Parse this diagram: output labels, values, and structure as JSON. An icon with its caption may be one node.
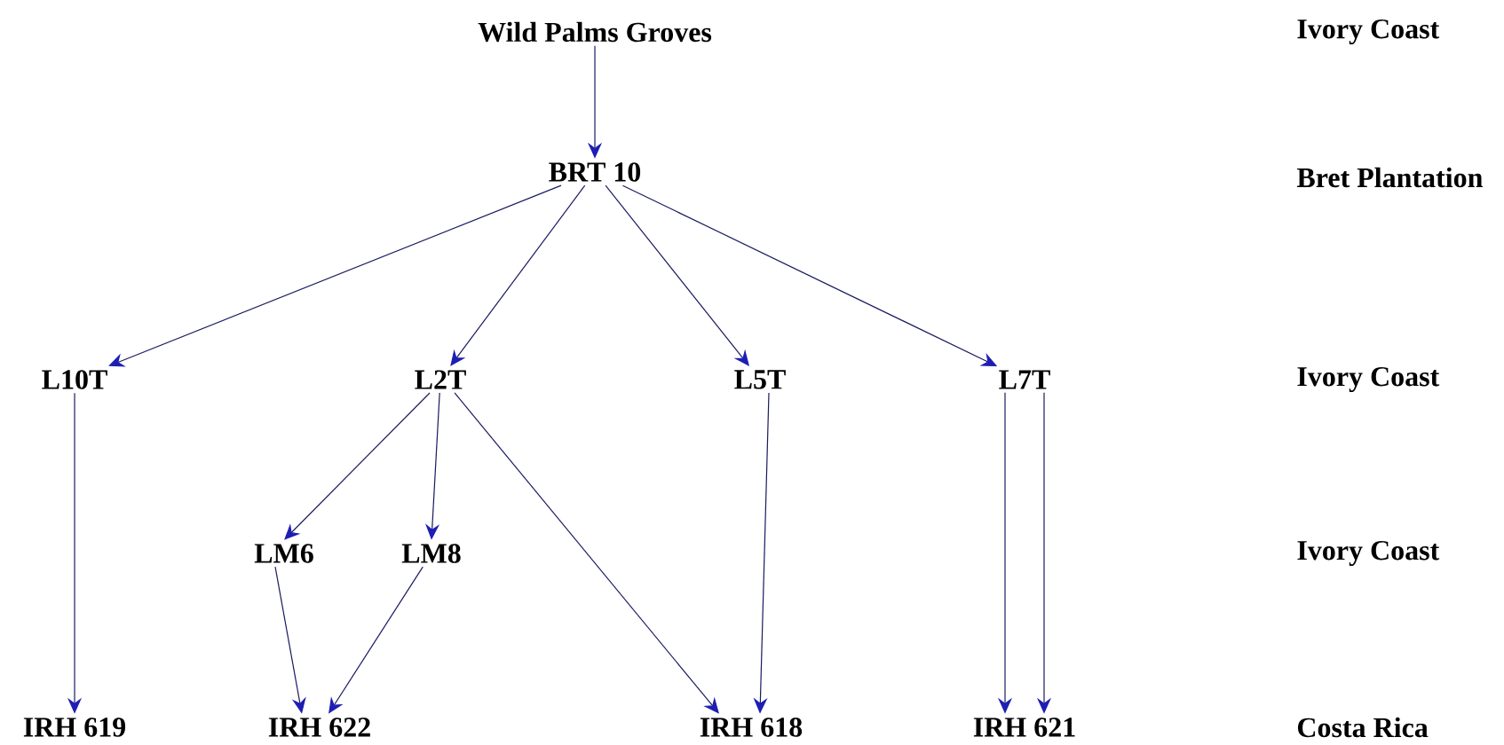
{
  "diagram": {
    "nodes": [
      {
        "text": [
          "Wild Palms Groves"
        ]
      },
      {
        "text": [
          "BRT 10"
        ]
      },
      {
        "text": [
          "L10T"
        ]
      },
      {
        "text": [
          "L2T"
        ]
      },
      {
        "text": [
          "L5T"
        ]
      },
      {
        "text": [
          "L7T"
        ]
      },
      {
        "text": [
          "LM6"
        ]
      },
      {
        "text": [
          "LM8"
        ]
      },
      {
        "text": [
          "IRH 619"
        ]
      },
      {
        "text": [
          "IRH 622"
        ]
      },
      {
        "text": [
          "IRH 618"
        ]
      },
      {
        "text": [
          "IRH 621"
        ]
      }
    ],
    "edges": [
      {
        "from": 0,
        "to": 1,
        "arrow": "to"
      },
      {
        "from": 1,
        "to": 2,
        "arrow": "to"
      },
      {
        "from": 1,
        "to": 3,
        "arrow": "to"
      },
      {
        "from": 1,
        "to": 4,
        "arrow": "to"
      },
      {
        "from": 1,
        "to": 5,
        "arrow": "to"
      },
      {
        "from": 2,
        "to": 8,
        "arrow": "to"
      },
      {
        "from": 3,
        "to": 6,
        "arrow": "to"
      },
      {
        "from": 3,
        "to": 7,
        "arrow": "to"
      },
      {
        "from": 3,
        "to": 10,
        "arrow": "to"
      },
      {
        "from": 4,
        "to": 10,
        "arrow": "to"
      },
      {
        "from": 5,
        "to": 11,
        "arrow": "to"
      },
      {
        "from": 5,
        "to": 11,
        "arrow": "to"
      },
      {
        "from": 6,
        "to": 9,
        "arrow": "to"
      },
      {
        "from": 7,
        "to": 9,
        "arrow": "to"
      }
    ],
    "labels": [
      "Ivory Coast",
      "Bret Plantation",
      "Ivory Coast",
      "Ivory Coast",
      "Costa Rica"
    ]
  }
}
